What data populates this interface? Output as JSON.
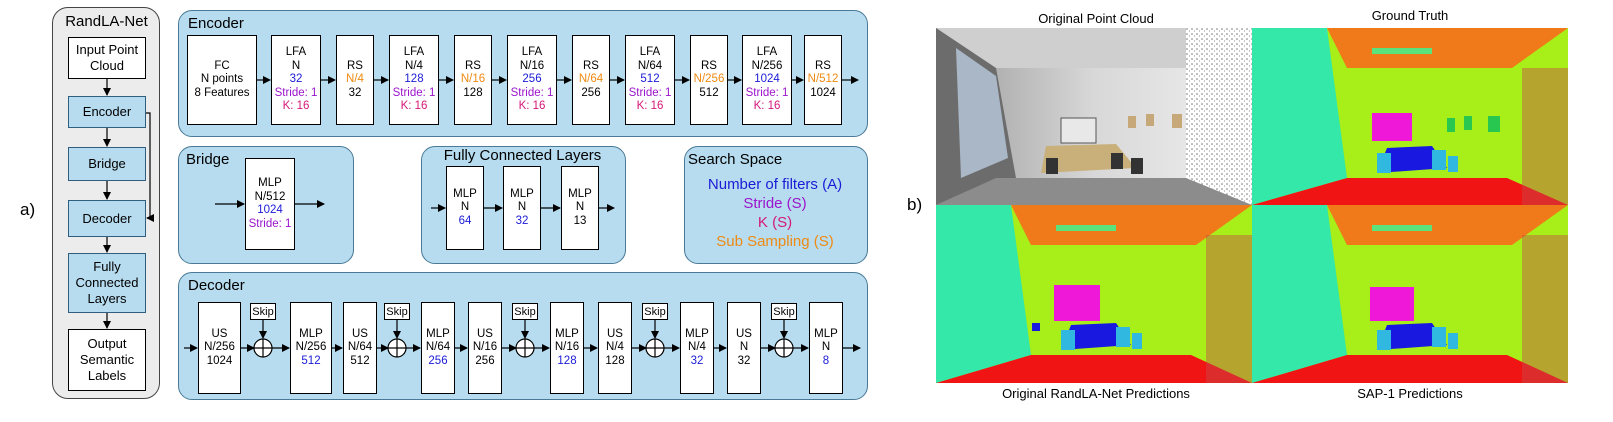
{
  "panels": {
    "a_label": "a)",
    "b_label": "b)"
  },
  "overview": {
    "title": "RandLA-Net",
    "blocks": [
      "Input Point Cloud",
      "Encoder",
      "Bridge",
      "Decoder",
      "Fully Connected Layers",
      "Output Semantic Labels"
    ]
  },
  "encoder": {
    "title": "Encoder",
    "fc": [
      "FC",
      "N points",
      "8 Features"
    ],
    "stages": [
      {
        "lfa": [
          "LFA",
          "N",
          "32",
          "Stride: 1",
          "K: 16"
        ],
        "rs": [
          "RS",
          "N/4",
          "32"
        ]
      },
      {
        "lfa": [
          "LFA",
          "N/4",
          "128",
          "Stride: 1",
          "K: 16"
        ],
        "rs": [
          "RS",
          "N/16",
          "128"
        ]
      },
      {
        "lfa": [
          "LFA",
          "N/16",
          "256",
          "Stride: 1",
          "K: 16"
        ],
        "rs": [
          "RS",
          "N/64",
          "256"
        ]
      },
      {
        "lfa": [
          "LFA",
          "N/64",
          "512",
          "Stride: 1",
          "K: 16"
        ],
        "rs": [
          "RS",
          "N/256",
          "512"
        ]
      },
      {
        "lfa": [
          "LFA",
          "N/256",
          "1024",
          "Stride: 1",
          "K: 16"
        ],
        "rs": [
          "RS",
          "N/512",
          "1024"
        ]
      }
    ]
  },
  "bridge": {
    "title": "Bridge",
    "mlp": [
      "MLP",
      "N/512",
      "1024",
      "Stride: 1"
    ]
  },
  "fc_layers": {
    "title": "Fully Connected Layers",
    "mlps": [
      [
        "MLP",
        "N",
        "64"
      ],
      [
        "MLP",
        "N",
        "32"
      ],
      [
        "MLP",
        "N",
        "13"
      ]
    ]
  },
  "search_space": {
    "title": "Search Space",
    "items": [
      "Number of filters (A)",
      "Stride (S)",
      "K (S)",
      "Sub Sampling (S)"
    ]
  },
  "decoder": {
    "title": "Decoder",
    "skip_label": "Skip",
    "stages": [
      {
        "us": [
          "US",
          "N/256",
          "1024"
        ],
        "mlp": [
          "MLP",
          "N/256",
          "512"
        ]
      },
      {
        "us": [
          "US",
          "N/64",
          "512"
        ],
        "mlp": [
          "MLP",
          "N/64",
          "256"
        ]
      },
      {
        "us": [
          "US",
          "N/16",
          "256"
        ],
        "mlp": [
          "MLP",
          "N/16",
          "128"
        ]
      },
      {
        "us": [
          "US",
          "N/4",
          "128"
        ],
        "mlp": [
          "MLP",
          "N/4",
          "32"
        ]
      },
      {
        "us": [
          "US",
          "N",
          "32"
        ],
        "mlp": [
          "MLP",
          "N",
          "8"
        ]
      }
    ]
  },
  "images": {
    "top_left": "Original Point Cloud",
    "top_right": "Ground Truth",
    "bottom_left": "Original RandLA-Net Predictions",
    "bottom_right": "SAP-1 Predictions"
  },
  "colors": {
    "panel_blue": "#b7dcef",
    "filters": "#1b1bd6",
    "stride": "#9b15cc",
    "k": "#d4197a",
    "subsampling": "#ef8a12",
    "seg_wall_cyan": "#33e8a8",
    "seg_wall_green": "#a8ee18",
    "seg_ceiling": "#f07a1a",
    "seg_floor": "#f01414",
    "seg_board": "#f018d8",
    "seg_table": "#1818e0",
    "seg_chair": "#30b8e0"
  }
}
